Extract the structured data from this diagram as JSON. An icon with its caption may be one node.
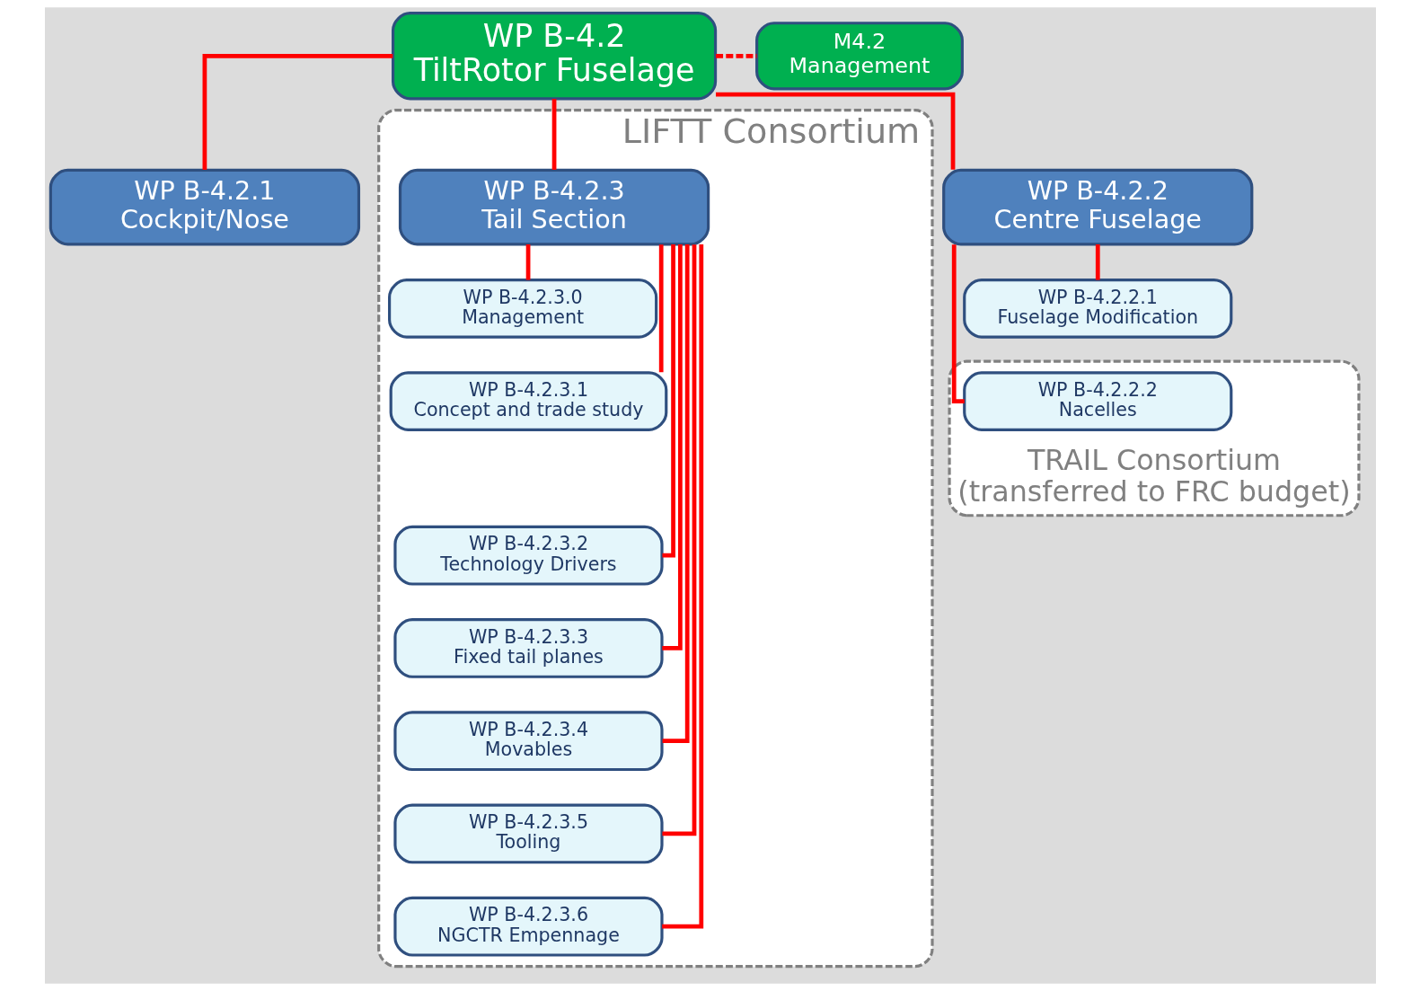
{
  "diagram": {
    "nodes": [
      {
        "text": [
          "WP B-4.2",
          "TiltRotor Fuselage"
        ]
      },
      {
        "text": [
          "M4.2",
          "Management"
        ]
      },
      {
        "text": [
          "WP B-4.2.1",
          "Cockpit/Nose"
        ]
      },
      {
        "text": [
          "WP B-4.2.2",
          "Centre Fuselage"
        ]
      },
      {
        "text": [
          "WP B-4.2.2.1",
          "Fuselage Modification"
        ]
      },
      {
        "text": [
          "TRAIL Consortium",
          "(transferred to FRC budget)"
        ]
      },
      {
        "text": [
          "WP B-4.2.2.2",
          "Nacelles"
        ],
        "in": 5
      },
      {
        "text": [
          "LIFTT Consortium"
        ]
      },
      {
        "text": [
          "WP B-4.2.3",
          "Tail Section"
        ],
        "in": 7
      },
      {
        "text": [
          "WP B-4.2.3.0",
          "Management"
        ],
        "in": 7
      },
      {
        "text": [
          "WP B-4.2.3.1",
          "Concept and trade study"
        ],
        "in": 7
      },
      {
        "text": [
          "WP B-4.2.3.2",
          "Technology Drivers"
        ],
        "in": 7
      },
      {
        "text": [
          "WP B-4.2.3.3",
          "Fixed tail planes"
        ],
        "in": 7
      },
      {
        "text": [
          "WP B-4.2.3.4",
          "Movables"
        ],
        "in": 7
      },
      {
        "text": [
          "WP B-4.2.3.5",
          "Tooling"
        ],
        "in": 7
      },
      {
        "text": [
          "WP B-4.2.3.6",
          "NGCTR Empennage"
        ],
        "in": 7
      }
    ],
    "edges": [
      {
        "from": 0,
        "to": 1,
        "arrow": "none",
        "style": "dashed"
      },
      {
        "from": 0,
        "to": 2,
        "arrow": "none"
      },
      {
        "from": 0,
        "to": 3,
        "arrow": "none"
      },
      {
        "from": 0,
        "to": 8,
        "arrow": "none"
      },
      {
        "from": 3,
        "to": 4,
        "arrow": "none"
      },
      {
        "from": 3,
        "to": 6,
        "arrow": "none"
      },
      {
        "from": 8,
        "to": 9,
        "arrow": "none"
      },
      {
        "from": 8,
        "to": 10,
        "arrow": "none"
      },
      {
        "from": 8,
        "to": 11,
        "arrow": "none"
      },
      {
        "from": 8,
        "to": 12,
        "arrow": "none"
      },
      {
        "from": 8,
        "to": 13,
        "arrow": "none"
      },
      {
        "from": 8,
        "to": 14,
        "arrow": "none"
      },
      {
        "from": 8,
        "to": 15,
        "arrow": "none"
      }
    ]
  }
}
